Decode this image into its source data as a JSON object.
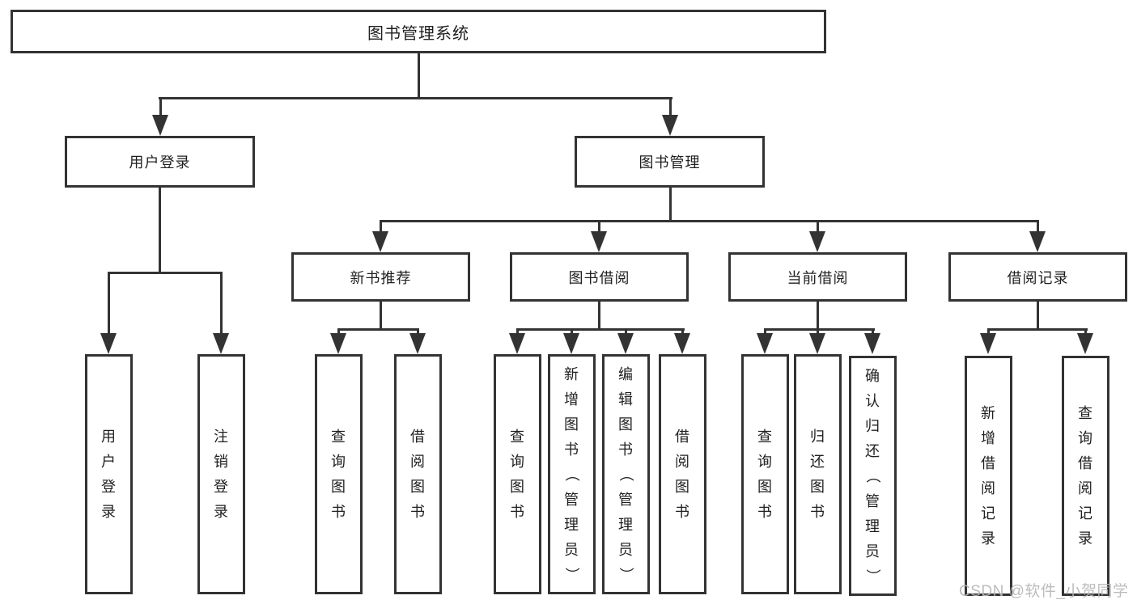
{
  "diagram": {
    "root": {
      "label": "图书管理系统"
    },
    "branches": [
      {
        "label": "用户登录",
        "children": [
          {
            "label": "用户登录"
          },
          {
            "label": "注销登录"
          }
        ]
      },
      {
        "label": "图书管理",
        "children": [
          {
            "label": "新书推荐",
            "children": [
              {
                "label": "查询图书"
              },
              {
                "label": "借阅图书"
              }
            ]
          },
          {
            "label": "图书借阅",
            "children": [
              {
                "label": "查询图书"
              },
              {
                "label": "新增图书（管理员）"
              },
              {
                "label": "编辑图书（管理员）"
              },
              {
                "label": "借阅图书"
              }
            ]
          },
          {
            "label": "当前借阅",
            "children": [
              {
                "label": "查询图书"
              },
              {
                "label": "归还图书"
              },
              {
                "label": "确认归还（管理员）"
              }
            ]
          },
          {
            "label": "借阅记录",
            "children": [
              {
                "label": "新增借阅记录"
              },
              {
                "label": "查询借阅记录"
              }
            ]
          }
        ]
      }
    ]
  },
  "watermark": {
    "text": "CSDN @软件_小贺同学"
  },
  "colors": {
    "line": "#333333",
    "text": "#1f1f1f",
    "background": "#ffffff",
    "watermark": "#b7b7b7"
  }
}
